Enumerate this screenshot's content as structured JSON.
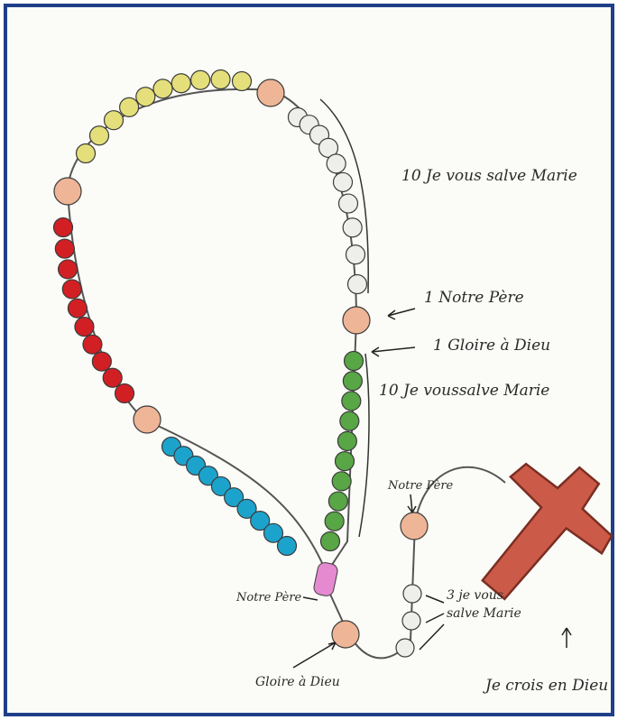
{
  "labels": {
    "top_hail_mary": "10  Je vous salve Marie",
    "our_father": "1  Notre Père",
    "glory_be": "1  Gloire à Dieu",
    "decade_hail_mary": "10  Je voussalve Marie",
    "pendant_our_father_upper": "Notre Père",
    "three_hail_marys_line1": "3 je vous",
    "three_hail_marys_line2": "salve Marie",
    "pendant_our_father_lower": "Notre Père",
    "pendant_glory_be": "Gloire à Dieu",
    "creed": "Je crois en Dieu"
  },
  "colors": {
    "frame": "#1f3f8a",
    "chain": "#555555",
    "large_bead": "#eeb596",
    "yellow": "#e4df7a",
    "white": "#eeeeea",
    "red": "#d21f24",
    "blue": "#1ca3cc",
    "green": "#58a645",
    "pink": "#e58ad0",
    "cross": "#cc5a48"
  },
  "decades": [
    {
      "name": "yellow",
      "color_key": "yellow",
      "beads": 10
    },
    {
      "name": "white",
      "color_key": "white",
      "beads": 10
    },
    {
      "name": "green",
      "color_key": "green",
      "beads": 10
    },
    {
      "name": "blue",
      "color_key": "blue",
      "beads": 10
    },
    {
      "name": "red",
      "color_key": "red",
      "beads": 10
    }
  ]
}
